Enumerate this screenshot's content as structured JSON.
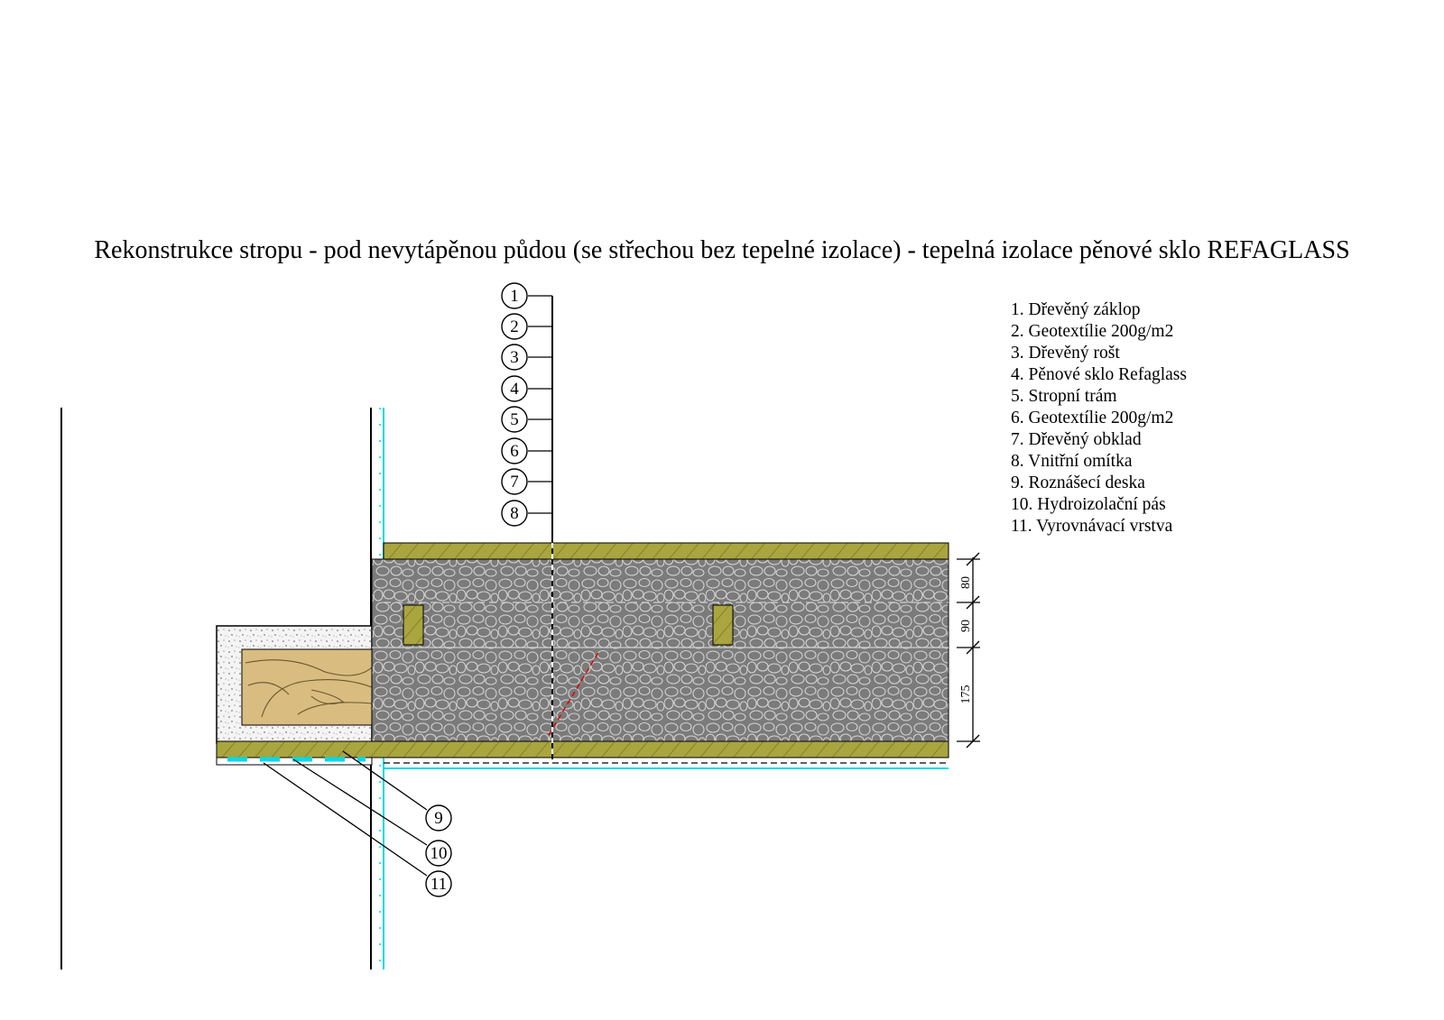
{
  "title": "Rekonstrukce stropu - pod nevytápěnou půdou (se střechou bez tepelné izolace) - tepelná izolace pěnové sklo REFAGLASS",
  "legend": [
    "1. Dřevěný záklop",
    "2. Geotextílie 200g/m2",
    "3. Dřevěný rošt",
    "4. Pěnové sklo Refaglass",
    "5. Stropní trám",
    "6. Geotextílie 200g/m2",
    "7. Dřevěný obklad",
    "8. Vnitřní omítka",
    "9. Roznášecí deska",
    "10. Hydroizolační pás",
    "11. Vyrovnávací vrstva"
  ],
  "callouts_top": [
    "1",
    "2",
    "3",
    "4",
    "5",
    "6",
    "7",
    "8"
  ],
  "callouts_bottom": [
    "9",
    "10",
    "11"
  ],
  "dimensions": [
    "80",
    "90",
    "175"
  ],
  "colors": {
    "wood_board": "#a9a53f",
    "foam_glass": "#7b7b7b",
    "foam_glass_stones": "#d2d2d2",
    "beam_wood": "#d9bc7f",
    "plaster": "#00d8e8",
    "concrete": "#f2f2f2",
    "line": "#000000"
  }
}
